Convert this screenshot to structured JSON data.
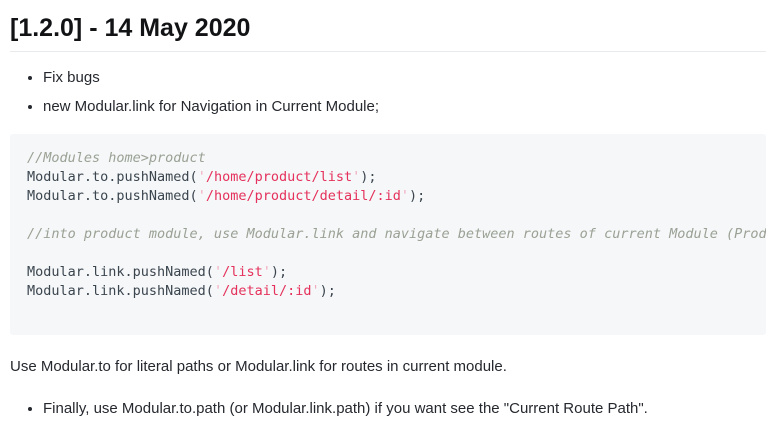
{
  "colors": {
    "divider": "#e8eaec",
    "code-bg": "#f5f7f9",
    "code-plain": "#3b454e",
    "code-comment": "#9ba194",
    "code-string": "#e5315b",
    "code-quote": "#f2a9bc"
  },
  "heading": "[1.2.0] - 14 May 2020",
  "changes": {
    "items": [
      "Fix bugs",
      "new Modular.link for Navigation in Current Module;"
    ]
  },
  "code_block": {
    "lines": [
      {
        "segments": [
          {
            "c": "comment",
            "t": "//Modules home>product"
          }
        ]
      },
      {
        "segments": [
          {
            "c": "plain",
            "t": "Modular.to.pushNamed("
          },
          {
            "c": "quote",
            "t": "'"
          },
          {
            "c": "string",
            "t": "/home/product/list"
          },
          {
            "c": "quote",
            "t": "'"
          },
          {
            "c": "plain",
            "t": ");"
          }
        ]
      },
      {
        "segments": [
          {
            "c": "plain",
            "t": "Modular.to.pushNamed("
          },
          {
            "c": "quote",
            "t": "'"
          },
          {
            "c": "string",
            "t": "/home/product/detail/:id"
          },
          {
            "c": "quote",
            "t": "'"
          },
          {
            "c": "plain",
            "t": ");"
          }
        ]
      },
      {
        "segments": []
      },
      {
        "segments": [
          {
            "c": "comment",
            "t": "//into product module, use Modular.link and navigate between routes of current Module (Prod"
          }
        ]
      },
      {
        "segments": []
      },
      {
        "segments": [
          {
            "c": "plain",
            "t": "Modular.link.pushNamed("
          },
          {
            "c": "quote",
            "t": "'"
          },
          {
            "c": "string",
            "t": "/list"
          },
          {
            "c": "quote",
            "t": "'"
          },
          {
            "c": "plain",
            "t": ");"
          }
        ]
      },
      {
        "segments": [
          {
            "c": "plain",
            "t": "Modular.link.pushNamed("
          },
          {
            "c": "quote",
            "t": "'"
          },
          {
            "c": "string",
            "t": "/detail/:id"
          },
          {
            "c": "quote",
            "t": "'"
          },
          {
            "c": "plain",
            "t": ");"
          }
        ]
      },
      {
        "segments": []
      }
    ]
  },
  "paragraph": "Use Modular.to for literal paths or Modular.link for routes in current module.",
  "notes": {
    "items": [
      "Finally, use Modular.to.path (or Modular.link.path) if you want see the \"Current Route Path\"."
    ]
  }
}
